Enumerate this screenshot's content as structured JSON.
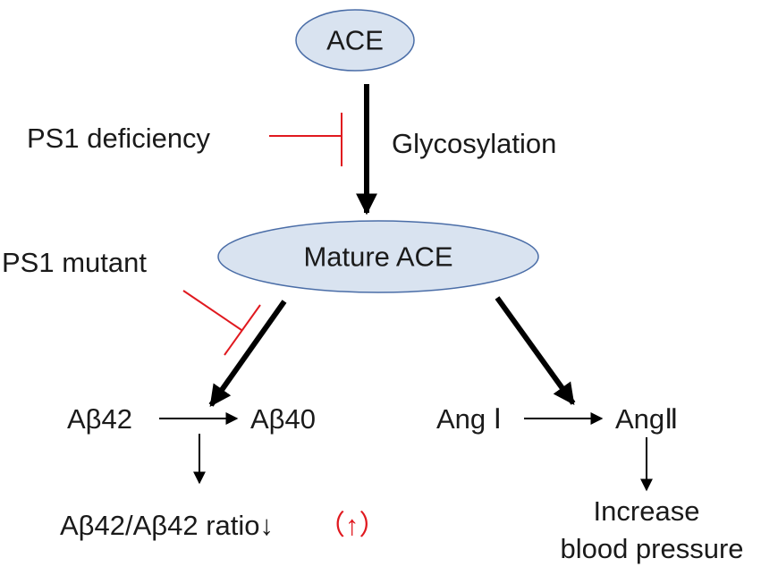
{
  "nodes": {
    "ace": "ACE",
    "mature_ace": "Mature ACE"
  },
  "labels": {
    "glycosylation": "Glycosylation",
    "ps1_deficiency": "PS1 deficiency",
    "ps1_mutant": "PS1 mutant",
    "ab42": "Aβ42",
    "ab40": "Aβ40",
    "ang1": "Ang Ⅰ",
    "ang2": "AngⅡ",
    "ratio": "Aβ42/Aβ42 ratio↓",
    "ratio_mutant": "（↑）",
    "increase_line1": "Increase",
    "increase_line2": "blood pressure"
  },
  "colors": {
    "ellipse_fill": "#d9e3f0",
    "ellipse_stroke": "#4a6da7",
    "arrow": "#000000",
    "inhibit": "#e0191f"
  }
}
